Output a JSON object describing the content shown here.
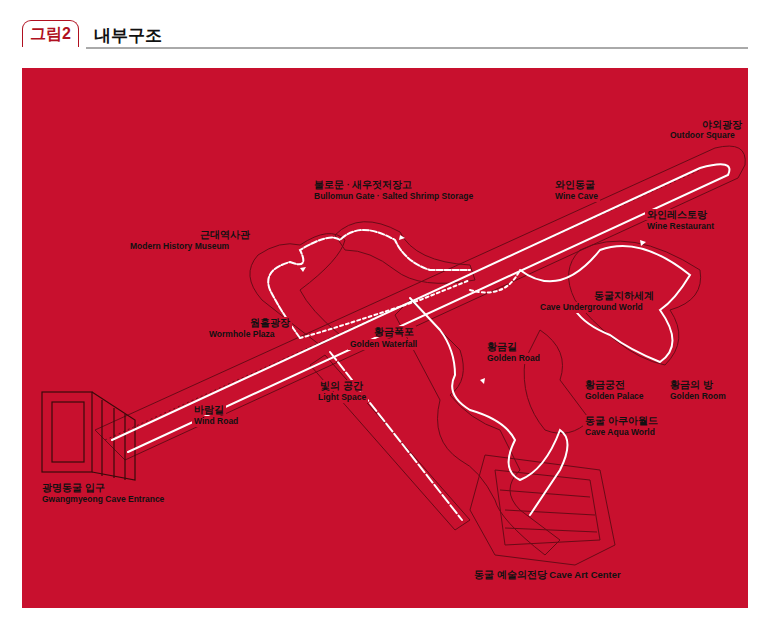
{
  "diagram": {
    "title": "내부구조",
    "nodes": [
      {
        "text": [
          "그림2"
        ]
      }
    ],
    "labels": [
      "야외광장",
      "Outdoor Square",
      "불로문 · 새우젓저장고",
      "Bullomun Gate · Salted Shrimp Storage",
      "와인동굴",
      "Wine Cave",
      "와인레스토랑",
      "Wine Restaurant",
      "근대역사관",
      "Modern History Museum",
      "동굴지하세계",
      "Cave Underground World",
      "웜홀광장",
      "Wormhole Plaza",
      "황금폭포",
      "Golden Waterfall",
      "황금길",
      "Golden Road",
      "빛의 공간",
      "Light Space",
      "황금궁전",
      "Golden Palace",
      "황금의 방",
      "Golden Room",
      "바람길",
      "Wind Road",
      "동굴 아쿠아월드",
      "Cave Aqua World",
      "광명동굴 입구",
      "Gwangmyeong Cave Entrance",
      "동굴 예술의전당 Cave Art Center"
    ]
  }
}
